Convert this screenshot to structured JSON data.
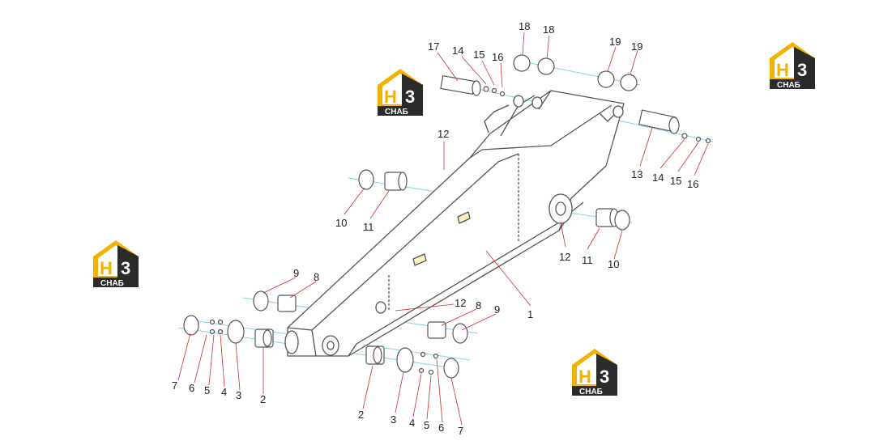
{
  "colors": {
    "outline": "#555555",
    "leader": "#d12b2b",
    "axis": "#7fd3e6",
    "logo_yellow": "#f2b200",
    "logo_dark": "#2b2b2b"
  },
  "logos": [
    {
      "name": "logo-top-center",
      "mark": "Н",
      "digit": "3",
      "text": "СНАБ"
    },
    {
      "name": "logo-top-right",
      "mark": "Н",
      "digit": "3",
      "text": "СНАБ"
    },
    {
      "name": "logo-left",
      "mark": "Н",
      "digit": "3",
      "text": "СНАБ"
    },
    {
      "name": "logo-bottom-center",
      "mark": "Н",
      "digit": "3",
      "text": "СНАБ"
    }
  ],
  "callouts": [
    {
      "id": "c17",
      "label": "17"
    },
    {
      "id": "c14a",
      "label": "14"
    },
    {
      "id": "c15a",
      "label": "15"
    },
    {
      "id": "c16a",
      "label": "16"
    },
    {
      "id": "c18a",
      "label": "18"
    },
    {
      "id": "c18b",
      "label": "18"
    },
    {
      "id": "c19a",
      "label": "19"
    },
    {
      "id": "c19b",
      "label": "19"
    },
    {
      "id": "c12a",
      "label": "12"
    },
    {
      "id": "c13",
      "label": "13"
    },
    {
      "id": "c14b",
      "label": "14"
    },
    {
      "id": "c15b",
      "label": "15"
    },
    {
      "id": "c16b",
      "label": "16"
    },
    {
      "id": "c10a",
      "label": "10"
    },
    {
      "id": "c11a",
      "label": "11"
    },
    {
      "id": "c12b",
      "label": "12"
    },
    {
      "id": "c11b",
      "label": "11"
    },
    {
      "id": "c10b",
      "label": "10"
    },
    {
      "id": "c9a",
      "label": "9"
    },
    {
      "id": "c8a",
      "label": "8"
    },
    {
      "id": "c12c",
      "label": "12"
    },
    {
      "id": "c8b",
      "label": "8"
    },
    {
      "id": "c9b",
      "label": "9"
    },
    {
      "id": "c1",
      "label": "1"
    },
    {
      "id": "c7a",
      "label": "7"
    },
    {
      "id": "c6a",
      "label": "6"
    },
    {
      "id": "c5a",
      "label": "5"
    },
    {
      "id": "c4a",
      "label": "4"
    },
    {
      "id": "c3a",
      "label": "3"
    },
    {
      "id": "c2a",
      "label": "2"
    },
    {
      "id": "c2b",
      "label": "2"
    },
    {
      "id": "c3b",
      "label": "3"
    },
    {
      "id": "c4b",
      "label": "4"
    },
    {
      "id": "c5b",
      "label": "5"
    },
    {
      "id": "c6b",
      "label": "6"
    },
    {
      "id": "c7b",
      "label": "7"
    }
  ]
}
